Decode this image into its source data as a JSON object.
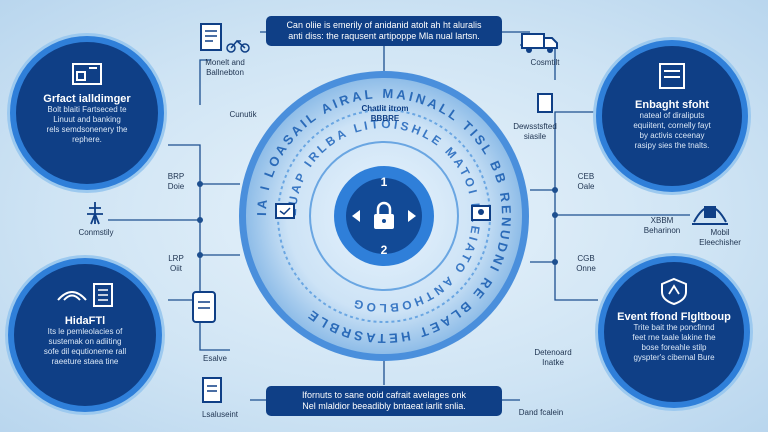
{
  "top_box": {
    "line1": "Can oliie is emerily of anidanid atolt ah ht aluralis",
    "line2": "anti diss: the raqusent artipoppe Mla nual lartsn."
  },
  "bottom_box": {
    "line1": "Ifornuts to sane ooid cafrait avelages onk",
    "line2": "Nel mlaldior beeadibly bntaeat iarlit snlia."
  },
  "bubbles": {
    "top_left": {
      "title": "Grfact ialldimger",
      "body": [
        "Bolt blaiti Fartseced te",
        "Linuut and banking",
        "rels semdsonenery the",
        "rephere."
      ]
    },
    "bottom_left": {
      "title": "HidaFTl",
      "body": [
        "Its le pemleolacies of",
        "sustemak on adiiting",
        "sofe dil equtioneme rall",
        "raeeture staea tine"
      ]
    },
    "top_right": {
      "title": "Enbaght sfoht",
      "body": [
        "nateal of diraliputs",
        "equiitent, cornelly fayt",
        "by activis cceenay",
        "rasipy sies the tnalts."
      ]
    },
    "bottom_right": {
      "title": "Event ffond Flgltboup",
      "body": [
        "Trite bait the poncfinnd",
        "feet rne taale lakine the",
        "bose foreahle stilp",
        "gyspter's cibernal Bure"
      ]
    }
  },
  "labels": {
    "money": [
      "Monelt and",
      "Ballnebton"
    ],
    "cunutik": "Cunutik",
    "cosmtilt": "Cosmtilt",
    "center_top": [
      "Chatlit itrom",
      "BBBRE"
    ],
    "datasfted": [
      "Dewsstsfted",
      "siasile"
    ],
    "brp": [
      "BRP",
      "Doie"
    ],
    "commity": "Conmstily",
    "lrp": [
      "LRP",
      "Oiit"
    ],
    "ceb": [
      "CEB",
      "Oale"
    ],
    "xbbm": [
      "XBBM",
      "Beharinon"
    ],
    "mobil": [
      "Mobil",
      "Eleechisher"
    ],
    "cgb": [
      "CGB",
      "Onne"
    ],
    "esalve": "Esalve",
    "detenoard": [
      "Detenoard",
      "Inatke"
    ],
    "lsaluseint": "Lsaluseint",
    "dand": "Dand fcalein"
  },
  "ring_text": {
    "outer": "IA I LOASAIL AIRAL MAINALL TISL BB RENUDNI RE BLAET HETASRBLE",
    "inner": "LUAP IRLBA LITOISHLE MATOI DLEIATO ANTHOBLOG",
    "center_top": "1",
    "center_bottom": "2"
  },
  "colors": {
    "navy": "#0f3f86",
    "accent": "#2f7fd9",
    "ring": "#4a8fdc",
    "line": "#1d4f8f"
  },
  "icons": [
    "document-icon",
    "bicycle-icon",
    "truck-icon",
    "store-icon",
    "laptop-icon",
    "book-icon",
    "router-icon",
    "tablet-icon",
    "cash-register-icon",
    "shield-icon",
    "lock-icon",
    "tower-icon",
    "dome-icon",
    "person-icon",
    "badge-icon"
  ]
}
